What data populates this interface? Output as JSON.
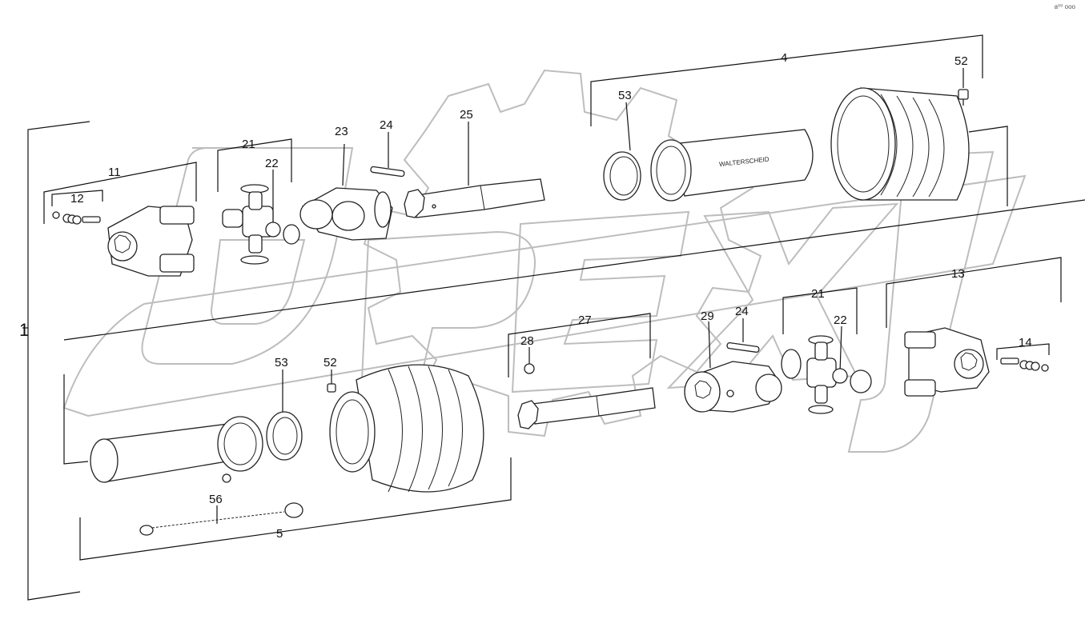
{
  "diagram": {
    "callouts": {
      "c1": "1",
      "c4": "4",
      "c5": "5",
      "c11": "11",
      "c12": "12",
      "c13": "13",
      "c14": "14",
      "c21a": "21",
      "c21b": "21",
      "c22a": "22",
      "c22b": "22",
      "c23": "23",
      "c24a": "24",
      "c24b": "24",
      "c25": "25",
      "c27": "27",
      "c28": "28",
      "c29": "29",
      "c52a": "52",
      "c52b": "52",
      "c53a": "53",
      "c53b": "53",
      "c56": "56"
    },
    "watermark": "OPEX",
    "corner_mark": "a⁰⁰ ooo",
    "tube_marking": "WALTERSCHEID"
  }
}
